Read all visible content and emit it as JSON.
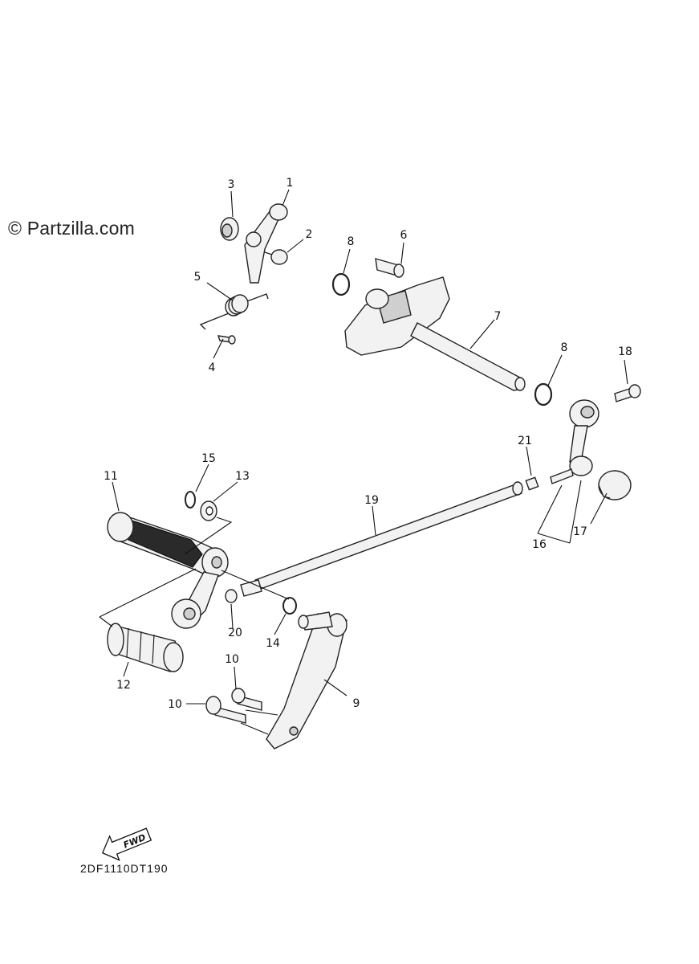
{
  "watermark": "© Partzilla.com",
  "diagram_code": "2DF1110DT190",
  "fwd_label": "FWD",
  "callouts": {
    "c1": "1",
    "c2": "2",
    "c3": "3",
    "c4": "4",
    "c5": "5",
    "c6": "6",
    "c7": "7",
    "c8a": "8",
    "c8b": "8",
    "c9": "9",
    "c10a": "10",
    "c10b": "10",
    "c11": "11",
    "c12": "12",
    "c13": "13",
    "c14": "14",
    "c15": "15",
    "c16": "16",
    "c17": "17",
    "c18": "18",
    "c19": "19",
    "c20": "20",
    "c21": "21"
  },
  "icons": {
    "fwd": "fwd-arrow-icon"
  }
}
